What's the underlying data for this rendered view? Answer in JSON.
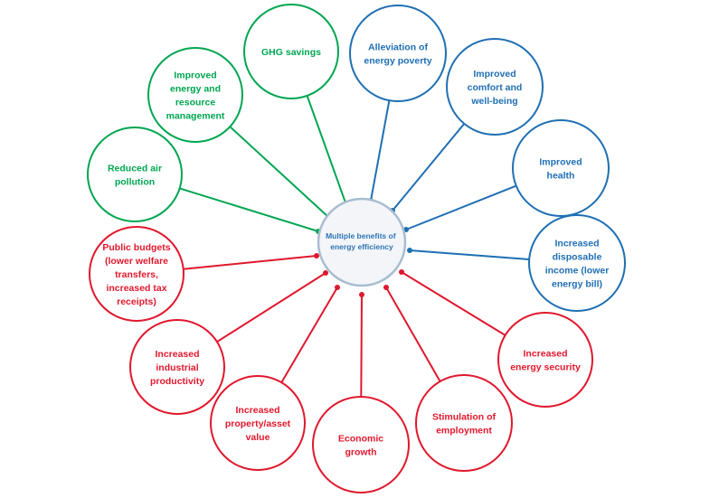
{
  "center": {
    "label_lines": [
      "Multiple benefits of",
      "energy efficiency"
    ],
    "stroke": "#a9bcd0",
    "fill": "#f3f5f8",
    "text_color": "#2e74b5"
  },
  "colors": {
    "green": "#00a651",
    "blue": "#1f6fb3",
    "red": "#e0182d"
  },
  "benefits": [
    {
      "id": "reduced-air-pollution",
      "group": "green",
      "lines": [
        "Reduced air",
        "pollution"
      ]
    },
    {
      "id": "improved-energy-resource-management",
      "group": "green",
      "lines": [
        "Improved",
        "energy and",
        "resource",
        "management"
      ]
    },
    {
      "id": "ghg-savings",
      "group": "green",
      "lines": [
        "GHG savings"
      ]
    },
    {
      "id": "alleviation-of-energy-poverty",
      "group": "blue",
      "lines": [
        "Alleviation of",
        "energy poverty"
      ]
    },
    {
      "id": "improved-comfort-well-being",
      "group": "blue",
      "lines": [
        "Improved",
        "comfort and",
        "well-being"
      ]
    },
    {
      "id": "improved-health",
      "group": "blue",
      "lines": [
        "Improved",
        "health"
      ]
    },
    {
      "id": "increased-disposable-income",
      "group": "blue",
      "lines": [
        "Increased",
        "disposable",
        "income (lower",
        "energy bill)"
      ]
    },
    {
      "id": "increased-energy-security",
      "group": "red",
      "lines": [
        "Increased",
        "energy security"
      ]
    },
    {
      "id": "stimulation-of-employment",
      "group": "red",
      "lines": [
        "Stimulation of",
        "employment"
      ]
    },
    {
      "id": "economic-growth",
      "group": "red",
      "lines": [
        "Economic",
        "growth"
      ]
    },
    {
      "id": "increased-property-asset-value",
      "group": "red",
      "lines": [
        "Increased",
        "property/asset",
        "value"
      ]
    },
    {
      "id": "increased-industrial-productivity",
      "group": "red",
      "lines": [
        "Increased",
        "industrial",
        "productivity"
      ]
    },
    {
      "id": "public-budgets",
      "group": "red",
      "lines": [
        "Public budgets",
        "(lower welfare",
        "transfers,",
        "increased tax",
        "receipts)"
      ]
    }
  ]
}
